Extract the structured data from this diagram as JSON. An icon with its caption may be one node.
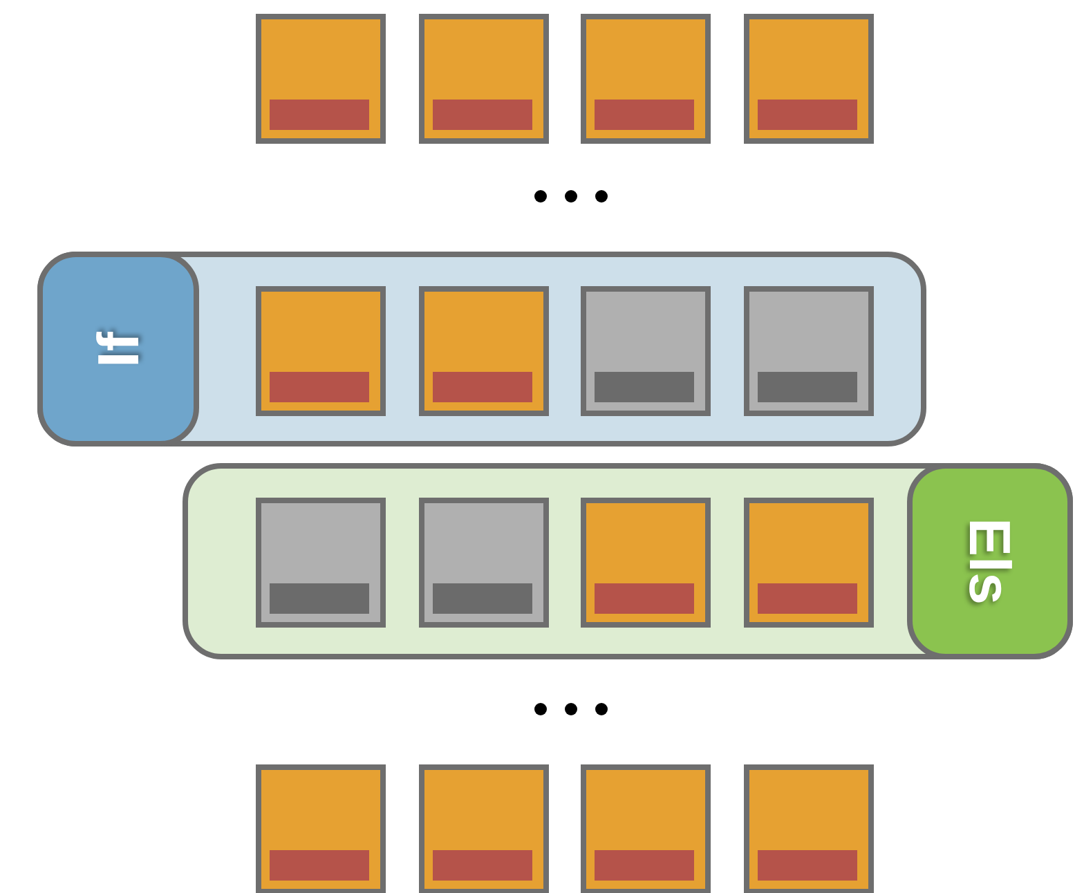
{
  "diagram": {
    "nodes": [
      {
        "text": [],
        "shape": "box"
      },
      {
        "text": [
          "If"
        ],
        "in": 0
      },
      {
        "text": [],
        "shape": "box"
      },
      {
        "text": [
          "Els"
        ],
        "in": 2
      }
    ]
  }
}
